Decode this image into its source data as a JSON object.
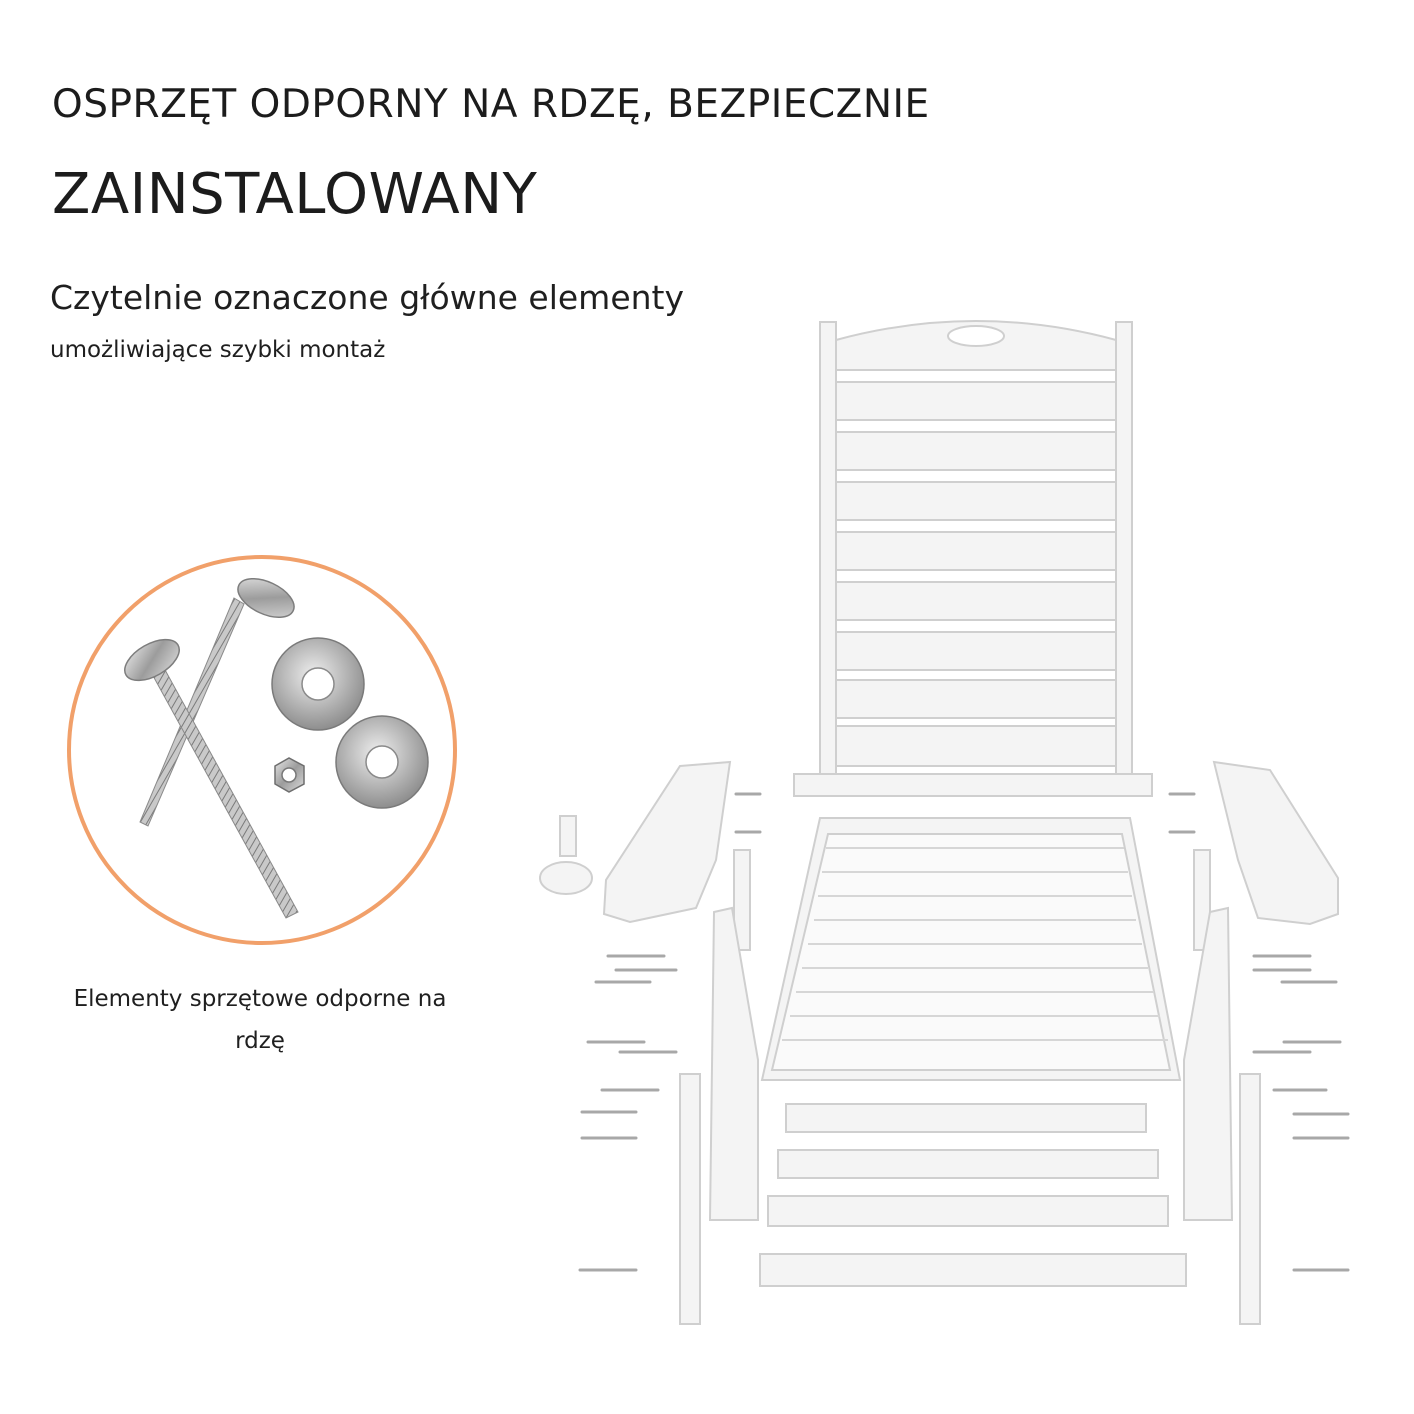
{
  "header": {
    "title_line1": "OSPRZĘT ODPORNY NA RDZĘ, BEZPIECZNIE",
    "title_line2": "ZAINSTALOWANY",
    "subtitle": "Czytelnie oznaczone główne elementy",
    "subtext": "umożliwiające szybki montaż"
  },
  "hardware": {
    "caption_line1": "Elementy sprzętowe odporne na",
    "caption_line2": "rdzę",
    "ring_color": "#f1a06a"
  },
  "colors": {
    "wood_fill": "#f4f4f4",
    "wood_stroke": "#cfcfcf",
    "metal": "#a8a8a8"
  }
}
